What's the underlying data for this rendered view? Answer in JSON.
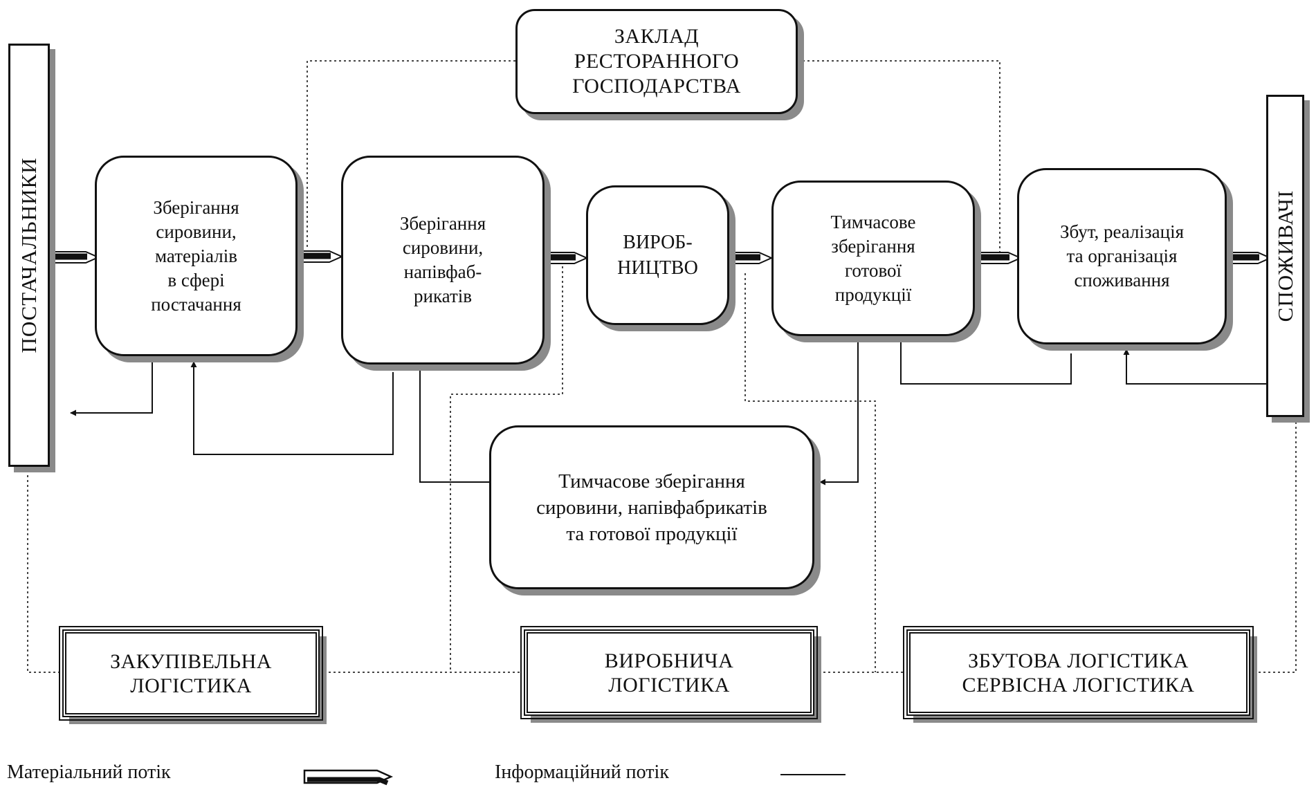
{
  "diagram": {
    "suppliers": "ПОСТАЧАЛЬНИКИ",
    "consumers": "СПОЖИВАЧІ",
    "restaurant": "ЗАКЛАД\nРЕСТОРАННОГО\nГОСПОДАРСТВА",
    "storage_supply": "Зберігання\nсировини,\nматеріалів\nв сфері\nпостачання",
    "storage_semi": "Зберігання\nсировини,\nнапівфаб-\nрикатів",
    "production": "ВИРОБ-\nНИЦТВО",
    "temp_finished": "Тимчасове\nзберігання\nготової\nпродукції",
    "sales": "Збут, реалізація\nта організація\nспоживання",
    "temp_all": "Тимчасове зберігання\nсировини, напівфабрикатів\nта готової продукції",
    "purchasing_logistics": "ЗАКУПІВЕЛЬНА\nЛОГІСТИКА",
    "production_logistics": "ВИРОБНИЧА\nЛОГІСТИКА",
    "sales_logistics": "ЗБУТОВА ЛОГІСТИКА\nСЕРВІСНА ЛОГІСТИКА"
  },
  "legend": {
    "material_flow": "Матеріальний потік",
    "information_flow": "Інформаційний потік"
  }
}
